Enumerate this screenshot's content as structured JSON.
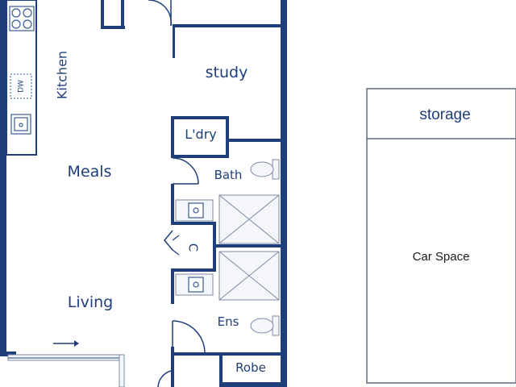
{
  "colors": {
    "wall": "#1f3f7a",
    "fixture": "#3a5a94",
    "background": "#ffffff"
  },
  "rooms": {
    "kitchen": "Kitchen",
    "meals": "Meals",
    "living": "Living",
    "study": "study",
    "laundry": "L'dry",
    "bath": "Bath",
    "ensuite": "Ens",
    "robe": "Robe",
    "cupboard": "C",
    "storage": "storage",
    "car_space": "Car Space"
  },
  "fixtures": {
    "dishwasher": "DW"
  },
  "icons": [
    "cooktop-icon",
    "sink-icon",
    "toilet-icon",
    "basin-icon",
    "shower-icon",
    "arrow-icon"
  ]
}
